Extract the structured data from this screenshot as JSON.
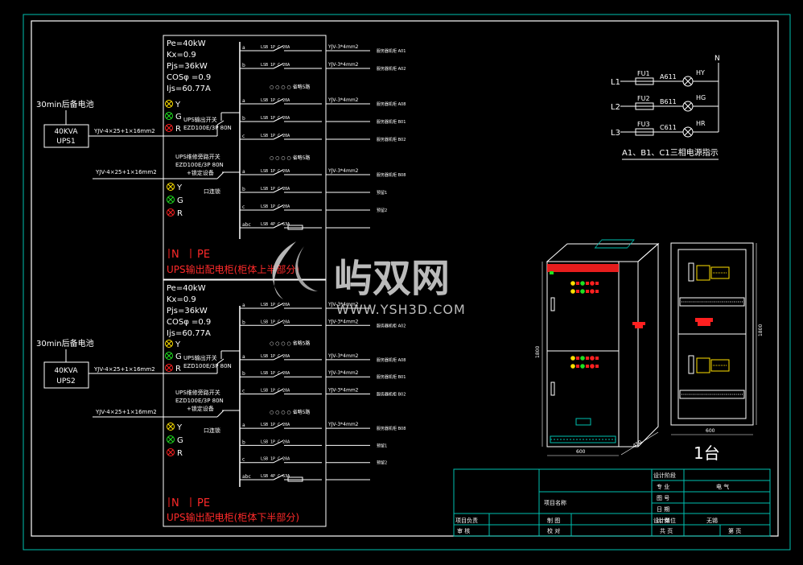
{
  "upper": {
    "params": [
      "Pe=40kW",
      "Kx=0.9",
      "Pjs=36kW",
      "COSφ =0.9",
      "Ijs=60.77A"
    ],
    "battery": "30min后备电池",
    "ups_box": [
      "40KVA",
      "UPS1"
    ],
    "cable_in": "YJV-4×25+1×16mm2",
    "cable_bypass": "YJV-4×25+1×16mm2",
    "out_switch": [
      "UPS输出开关",
      "EZD100E/3P 80N"
    ],
    "bypass_switch": [
      "UPS维修旁路开关",
      "EZD100E/3P 80N",
      "+锁定设备"
    ],
    "interlock": "口连锁",
    "indicators": [
      "Y",
      "G",
      "R"
    ],
    "branches": [
      {
        "phase": "a",
        "breaker": "LSB 1P C 20A",
        "cable": "YJV-3*4mm2",
        "load": "服务器机柜 A01"
      },
      {
        "phase": "b",
        "breaker": "LSB 1P C 20A",
        "cable": "YJV-3*4mm2",
        "load": "服务器机柜 A02"
      },
      {
        "phase": "",
        "breaker": "○ ○ ○ ○  省略5路",
        "cable": "",
        "load": ""
      },
      {
        "phase": "a",
        "breaker": "LSB 1P C 20A",
        "cable": "YJV-3*4mm2",
        "load": "服务器机柜 A08"
      },
      {
        "phase": "b",
        "breaker": "LSB 1P C 20A",
        "cable": "",
        "load": "服务器机柜 B01"
      },
      {
        "phase": "c",
        "breaker": "LSB 1P C 20A",
        "cable": "",
        "load": "服务器机柜 B02"
      },
      {
        "phase": "",
        "breaker": "○ ○ ○ ○  省略5路",
        "cable": "",
        "load": ""
      },
      {
        "phase": "a",
        "breaker": "LSB 1P C 20A",
        "cable": "YJV-3*4mm2",
        "load": "服务器机柜 B08"
      },
      {
        "phase": "b",
        "breaker": "LSB 1P C 20A",
        "cable": "",
        "load": "预留1"
      },
      {
        "phase": "c",
        "breaker": "LSB 1P C 20A",
        "cable": "",
        "load": "预留2"
      },
      {
        "phase": "abc",
        "breaker": "LSB 4P C 63A",
        "cable": "",
        "load": ""
      }
    ],
    "n_pe": [
      "N",
      "PE"
    ],
    "caption": "UPS输出配电柜(柜体上半部分)"
  },
  "lower": {
    "params": [
      "Pe=40kW",
      "Kx=0.9",
      "Pjs=36kW",
      "COSφ =0.9",
      "Ijs=60.77A"
    ],
    "battery": "30min后备电池",
    "ups_box": [
      "40KVA",
      "UPS2"
    ],
    "cable_in": "YJV-4×25+1×16mm2",
    "cable_bypass": "YJV-4×25+1×16mm2",
    "out_switch": [
      "UPS输出开关",
      "EZD100E/3P 80N"
    ],
    "bypass_switch": [
      "UPS维修旁路开关",
      "EZD100E/3P 80N",
      "+锁定设备"
    ],
    "interlock": "口连锁",
    "indicators": [
      "Y",
      "G",
      "R"
    ],
    "branches": [
      {
        "phase": "a",
        "breaker": "LSB 1P C 20A",
        "cable": "YJV-3*4mm2",
        "load": ""
      },
      {
        "phase": "b",
        "breaker": "LSB 1P C 20A",
        "cable": "YJV-3*4mm2",
        "load": "服务器机柜 A02"
      },
      {
        "phase": "",
        "breaker": "○ ○ ○ ○  省略5路",
        "cable": "",
        "load": ""
      },
      {
        "phase": "a",
        "breaker": "LSB 1P C 20A",
        "cable": "YJV-3*4mm2",
        "load": "服务器机柜 A08"
      },
      {
        "phase": "b",
        "breaker": "LSB 1P C 20A",
        "cable": "YJV-3*4mm2",
        "load": "服务器机柜 B01"
      },
      {
        "phase": "c",
        "breaker": "LSB 1P C 20A",
        "cable": "YJV-3*4mm2",
        "load": "服务器机柜 B02"
      },
      {
        "phase": "",
        "breaker": "○ ○ ○ ○  省略5路",
        "cable": "",
        "load": ""
      },
      {
        "phase": "a",
        "breaker": "LSB 1P C 20A",
        "cable": "YJV-3*4mm2",
        "load": "服务器机柜 B08"
      },
      {
        "phase": "b",
        "breaker": "LSB 1P C 20A",
        "cable": "",
        "load": "预留1"
      },
      {
        "phase": "c",
        "breaker": "LSB 1P C 20A",
        "cable": "",
        "load": "预留2"
      },
      {
        "phase": "abc",
        "breaker": "LSB 4P C 63A",
        "cable": "",
        "load": ""
      }
    ],
    "n_pe": [
      "N",
      "PE"
    ],
    "caption": "UPS输出配电柜(柜体下半部分)"
  },
  "indicator_diagram": {
    "lines": [
      {
        "l": "L1",
        "fu": "FU1",
        "cable": "A611",
        "lamp": "HY"
      },
      {
        "l": "L2",
        "fu": "FU2",
        "cable": "B611",
        "lamp": "HG"
      },
      {
        "l": "L3",
        "fu": "FU3",
        "cable": "C611",
        "lamp": "HR"
      }
    ],
    "neutral": "N",
    "caption": "A1、B1、C1三相电源指示"
  },
  "cabinet": {
    "height_label": "1800",
    "width_label": "600",
    "depth_label": "450",
    "side_height_label": "1800",
    "side_width_label": "600",
    "count": "1台"
  },
  "watermark": {
    "brand": "屿双网",
    "url": "WWW.YSH3D.COM"
  },
  "title_block": {
    "design_stage_label": "设计阶段",
    "major_label": "专 业",
    "major_value": "电 气",
    "drawing_no_label": "图 号",
    "date_label": "日 期",
    "scale_label": "比 例",
    "project_name_label": "项目名称",
    "project_leader_label": "项目负责",
    "drawn_label": "制 图",
    "designer_unit_label": "设计单位",
    "designer_unit_value": "无锡",
    "review_label": "审 核",
    "check_label": "校 对",
    "total_label": "共 页",
    "page_label": "第 页"
  },
  "colors": {
    "frame": "#00c0b0",
    "line": "#ffffff",
    "accent_red": "#ff2020",
    "yellow": "#ffe000",
    "green": "#20e020"
  }
}
